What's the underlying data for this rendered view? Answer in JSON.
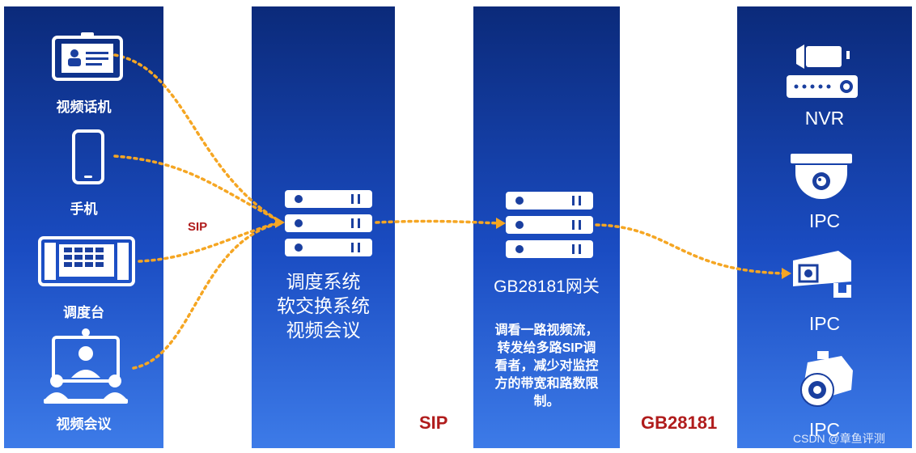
{
  "devices": {
    "video_phone": "视频话机",
    "mobile_phone": "手机",
    "dispatch_console": "调度台",
    "video_conference": "视频会议"
  },
  "links": {
    "sip_small": "SIP"
  },
  "server": {
    "line1": "调度系统",
    "line2": "软交换系统",
    "line3": "视频会议"
  },
  "gateway": {
    "title": "GB28181网关",
    "desc": [
      "调看一路视频流，",
      "转发给多路SIP调",
      "看者，减少对监控",
      "方的带宽和路数限",
      "制。"
    ]
  },
  "protocols": {
    "sip": "SIP",
    "gb28181": "GB28181"
  },
  "cameras": {
    "nvr": "NVR",
    "ipc1": "IPC",
    "ipc2": "IPC",
    "ipc3": "IPC"
  },
  "watermark": "CSDN @章鱼评测",
  "colors": {
    "column_top": "#0b2a7a",
    "column_bottom": "#3d7be8",
    "link": "#f5a623",
    "protocol_text": "#b01c1c"
  },
  "icons": [
    "video-phone-icon",
    "mobile-phone-icon",
    "dispatch-console-icon",
    "video-conference-icon",
    "server-rack-icon",
    "nvr-icon",
    "dome-camera-icon",
    "bullet-camera-icon",
    "wall-camera-icon"
  ]
}
